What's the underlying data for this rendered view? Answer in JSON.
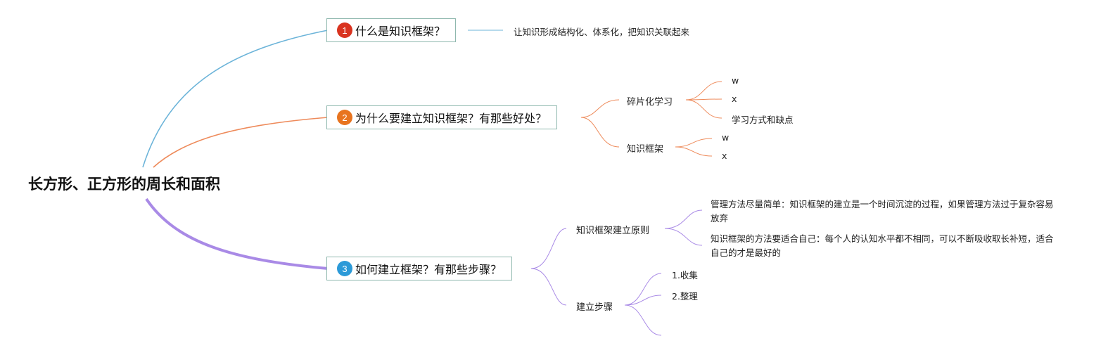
{
  "root": {
    "title": "长方形、正方形的周长和面积"
  },
  "colors": {
    "blue": "#6cb4d9",
    "orange": "#ee8a5a",
    "purple": "#a98ae6",
    "topic_border": "#8fb8ae",
    "badge1": "#d9331f",
    "badge2": "#e8741f",
    "badge3": "#2c9ad8"
  },
  "topics": [
    {
      "num": "1",
      "label": "什么是知识框架？",
      "note": "让知识形成结构化、体系化，把知识关联起来"
    },
    {
      "num": "2",
      "label": "为什么要建立知识框架？有那些好处？",
      "subs": [
        {
          "label": "碎片化学习",
          "leaves": [
            "w",
            "x",
            "学习方式和缺点"
          ]
        },
        {
          "label": "知识框架",
          "leaves": [
            "w",
            "x"
          ]
        }
      ]
    },
    {
      "num": "3",
      "label": "如何建立框架？有那些步骤？",
      "subs": [
        {
          "label": "知识框架建立原则",
          "leaves": [
            "管理方法尽量简单：知识框架的建立是一个时间沉淀的过程，如果管理方法过于复杂容易放弃",
            "知识框架的方法要适合自己：每个人的认知水平都不相同，可以不断吸收取长补短，适合自己的才是最好的"
          ]
        },
        {
          "label": "建立步骤",
          "leaves": [
            "1.收集",
            "2.整理",
            ""
          ]
        }
      ]
    }
  ]
}
